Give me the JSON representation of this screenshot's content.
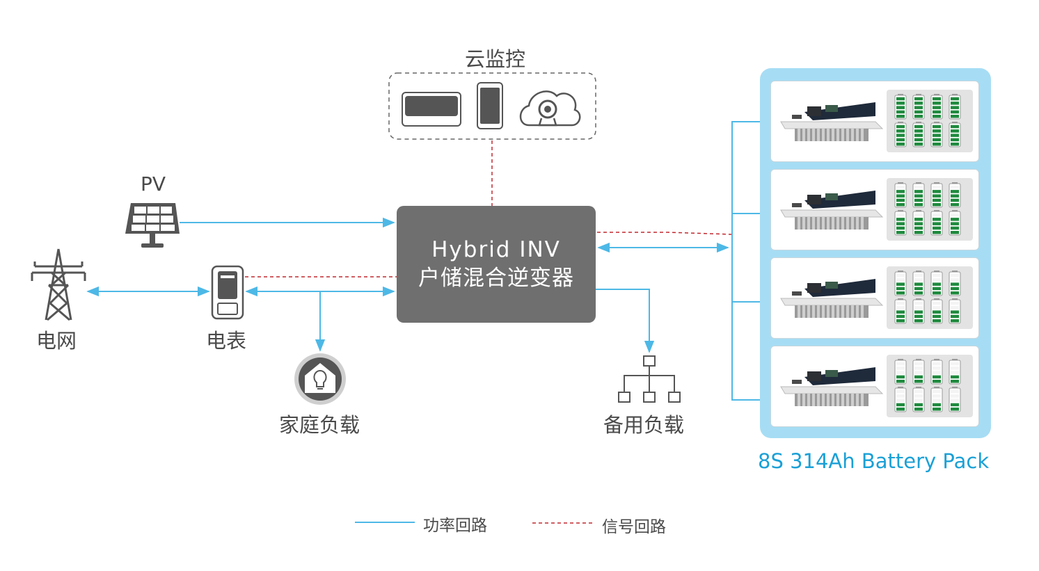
{
  "cloud": {
    "label": "云监控"
  },
  "inverter": {
    "line1": "Hybrid INV",
    "line2": "户储混合逆变器"
  },
  "pv": {
    "label": "PV"
  },
  "grid": {
    "label": "电网"
  },
  "meter": {
    "label": "电表"
  },
  "home_load": {
    "label": "家庭负载"
  },
  "backup_load": {
    "label": "备用负载"
  },
  "battery_pack": {
    "label": "8S 314Ah Battery Pack",
    "modules": 4
  },
  "legend": {
    "power": "功率回路",
    "signal": "信号回路"
  },
  "colors": {
    "power_line": "#4db8e6",
    "signal_line": "#c0282e",
    "inverter": "#6f6f6f",
    "rack": "#a6ddf4",
    "battery_cell": "#1f8a3e",
    "icon": "#555555"
  }
}
